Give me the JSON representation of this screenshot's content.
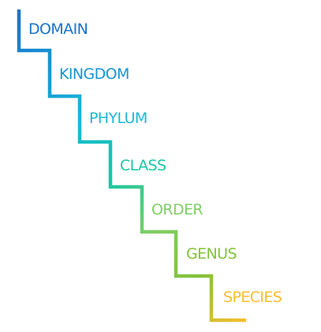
{
  "diagram": {
    "levels": [
      {
        "label": "DOMAIN",
        "color": "#1a73c9"
      },
      {
        "label": "KINGDOM",
        "color": "#1695d5"
      },
      {
        "label": "PHYLUM",
        "color": "#1ab9d6"
      },
      {
        "label": "CLASS",
        "color": "#18c7a5"
      },
      {
        "label": "ORDER",
        "color": "#7fcf63"
      },
      {
        "label": "GENUS",
        "color": "#82c23a"
      },
      {
        "label": "SPECIES",
        "color": "#fbbd2c"
      }
    ]
  }
}
